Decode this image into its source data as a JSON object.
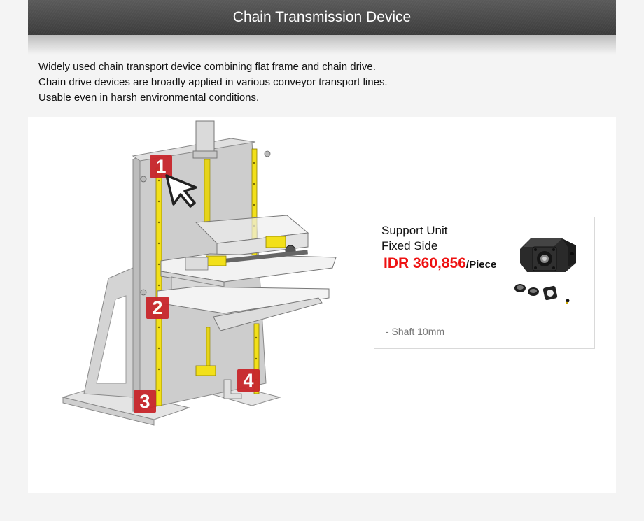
{
  "header": {
    "title": "Chain Transmission Device"
  },
  "intro": {
    "lines": [
      "Widely used chain transport device combining flat frame and chain drive.",
      "Chain drive devices are broadly applied in various conveyor transport lines.",
      "Usable even in harsh environmental conditions."
    ]
  },
  "diagram": {
    "image": "chain-transmission-machine-illustration",
    "markers": [
      {
        "label": "1"
      },
      {
        "label": "2"
      },
      {
        "label": "3"
      },
      {
        "label": "4"
      }
    ],
    "cursor": "arrow-cursor-icon",
    "colors": {
      "marker": "#c8262b",
      "rail": "#f2e01a",
      "frame": "#cfcfcf"
    }
  },
  "product_card": {
    "title_line1": "Support Unit",
    "title_line2": "Fixed Side",
    "price": "IDR 360,856",
    "unit": "/Piece",
    "image": "support-unit-fixed-side-product-photo",
    "spec": "- Shaft 10mm",
    "colors": {
      "price": "#ee1111"
    }
  }
}
